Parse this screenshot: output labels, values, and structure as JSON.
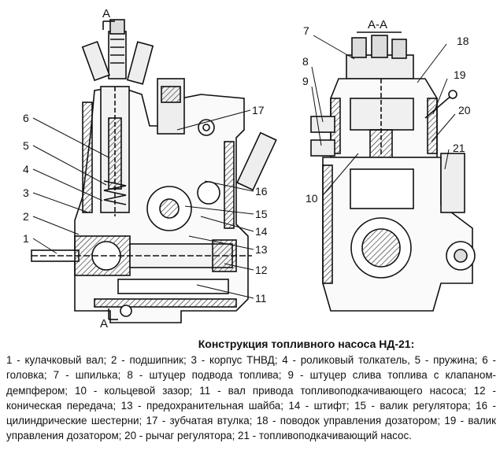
{
  "diagram": {
    "section_mark": "А",
    "section_title": "А-А",
    "labels_left": [
      "1",
      "2",
      "3",
      "4",
      "5",
      "6",
      "17",
      "16",
      "15",
      "14",
      "13",
      "12",
      "11"
    ],
    "labels_right": [
      "7",
      "18",
      "8",
      "9",
      "19",
      "20",
      "21",
      "10"
    ]
  },
  "caption": {
    "title": "Конструкция топливного насоса НД-21:",
    "legend": "1 - кулачковый вал; 2 - подшипник; 3 - корпус ТНВД; 4 - роликовый толкатель, 5 - пружина; 6 - головка; 7 - шпилька; 8 - штуцер подвода топлива; 9 - штуцер слива топлива с клапаном-демпфером; 10 - кольцевой зазор; 11 - вал привода топливоподкачивающего насоса; 12 - коническая передача; 13 - предохранительная шайба; 14 - штифт; 15 - валик регулятора; 16 - цилиндрические шестерни; 17 - зубчатая втулка; 18 - поводок управления дозатором; 19 - валик управления дозатором; 20 - рычаг регулятора; 21 - топливоподкачивающий насос."
  }
}
